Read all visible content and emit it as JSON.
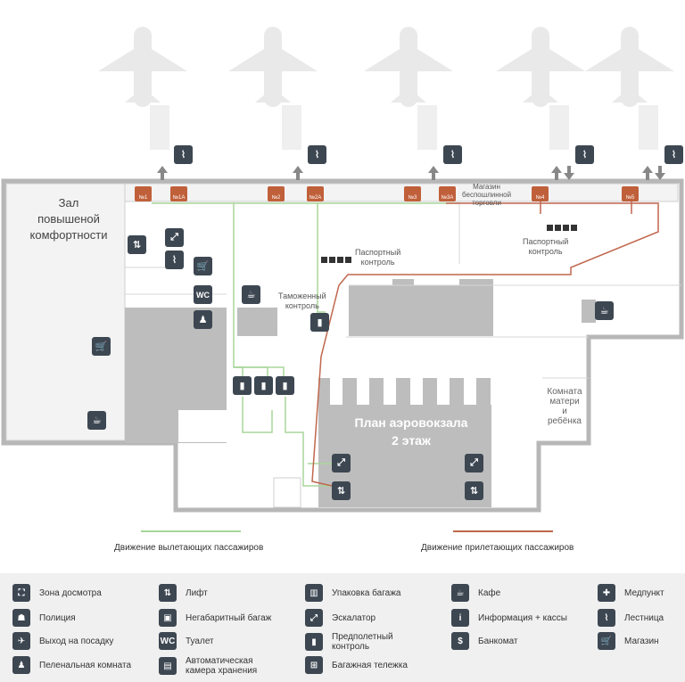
{
  "hall_label": [
    "Зал",
    "повышеной",
    "комфортности"
  ],
  "plan_title": [
    "План аэровокзала",
    "2 этаж"
  ],
  "gates": [
    "№1",
    "№1А",
    "№2",
    "№2А",
    "№3",
    "№3А",
    "№4",
    "№5"
  ],
  "labels": {
    "shop_dutyfree": [
      "Магазин",
      "беспошлинной",
      "торговли"
    ],
    "passport1": [
      "Паспортный",
      "контроль"
    ],
    "passport2": [
      "Паспортный",
      "контроль"
    ],
    "customs": [
      "Таможенный",
      "контроль"
    ],
    "mother_child": [
      "Комната",
      "матери",
      "и",
      "ребёнка"
    ]
  },
  "routes": {
    "departing": "Движение вылетающих пассажиров",
    "arriving": "Движение прилетающих пассажиров",
    "departing_color": "#a8d69a",
    "arriving_color": "#c0674d"
  },
  "icon_text": {
    "wc": "WC",
    "cafe": "☕",
    "shop": "🛒",
    "stairs": "⌇",
    "lift": "⇅",
    "escalator": "⤢",
    "control": "▮",
    "baby": "♟"
  },
  "legend": [
    {
      "icon": "search-zone-icon",
      "glyph": "⛶",
      "text": "Зона досмотра"
    },
    {
      "icon": "police-icon",
      "glyph": "☗",
      "text": "Полиция"
    },
    {
      "icon": "gate-exit-icon",
      "glyph": "✈",
      "text": "Выход на посадку"
    },
    {
      "icon": "baby-room-icon",
      "glyph": "♟",
      "text": "Пеленальная комната"
    },
    {
      "icon": "lift-icon",
      "glyph": "⇅",
      "text": "Лифт"
    },
    {
      "icon": "oversize-baggage-icon",
      "glyph": "▣",
      "text": "Негабаритный багаж"
    },
    {
      "icon": "toilet-icon",
      "glyph": "WC",
      "text": "Туалет"
    },
    {
      "icon": "storage-icon",
      "glyph": "▤",
      "text": "Автоматическая камера хранения"
    },
    {
      "icon": "baggage-wrap-icon",
      "glyph": "▥",
      "text": "Упаковка багажа"
    },
    {
      "icon": "escalator-icon",
      "glyph": "⤢",
      "text": "Эскалатор"
    },
    {
      "icon": "preflight-control-icon",
      "glyph": "▮",
      "text": "Предполетный контроль"
    },
    {
      "icon": "baggage-cart-icon",
      "glyph": "⊞",
      "text": "Багажная тележка"
    },
    {
      "icon": "cafe-icon",
      "glyph": "☕",
      "text": "Кафе"
    },
    {
      "icon": "info-icon",
      "glyph": "i",
      "text": "Информация + кассы"
    },
    {
      "icon": "atm-icon",
      "glyph": "$",
      "text": "Банкомат"
    },
    {
      "icon": "medical-icon",
      "glyph": "✚",
      "text": "Медпункт"
    },
    {
      "icon": "stairs-icon",
      "glyph": "⌇",
      "text": "Лестница"
    },
    {
      "icon": "shop-icon",
      "glyph": "🛒",
      "text": "Магазин"
    }
  ]
}
